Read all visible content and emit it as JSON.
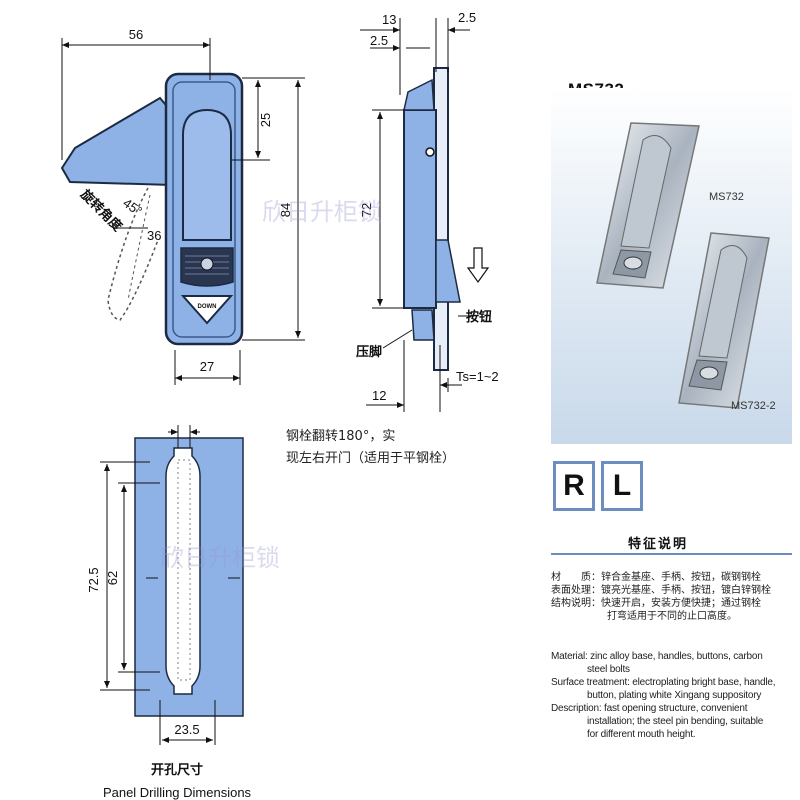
{
  "dimensions": {
    "front_width": "56",
    "front_top_offset": "25",
    "front_height": "84",
    "front_angle": "45°",
    "front_swing": "36",
    "front_body_width": "27",
    "rotation_label": "旋转角度",
    "button_text": "DOWN",
    "side_total": "13",
    "side_offset_left": "2.5",
    "side_offset_right": "2.5",
    "side_height": "72",
    "side_bottom": "12",
    "side_ts": "Ts=1~2",
    "label_button": "按钮",
    "label_press": "压脚",
    "cut_height_outer": "72.5",
    "cut_height_inner": "62",
    "cut_width": "23.5",
    "panel_cn": "开孔尺寸",
    "panel_en": "Panel Drilling Dimensions"
  },
  "note": {
    "line1": "钢栓翻转180°，实",
    "line2": "现左右开门（适用于平钢栓）"
  },
  "product": {
    "model": "MS732",
    "photo_label_1": "MS732",
    "photo_label_2": "MS732-2",
    "option_r": "R",
    "option_l": "L"
  },
  "features": {
    "title": "特征说明",
    "cn": [
      {
        "label": "材　　质：",
        "text": "锌合金基座、手柄、按钮，碳钢钢栓"
      },
      {
        "label": "表面处理：",
        "text": "镀亮光基座、手柄、按钮，镀白锌钢栓"
      },
      {
        "label": "结构说明：",
        "text": "快速开启，安装方便快捷；通过钢栓"
      },
      {
        "label": "",
        "text": "打弯适用于不同的止口高度。"
      }
    ],
    "en": [
      {
        "label": "Material:",
        "text": "zinc alloy base, handles, buttons, carbon"
      },
      {
        "label": "",
        "text": "steel bolts"
      },
      {
        "label": "Surface treatment:",
        "text": "electroplating bright base, handle,"
      },
      {
        "label": "",
        "text": "button, plating white Xingang suppository"
      },
      {
        "label": "Description:",
        "text": "fast opening structure, convenient"
      },
      {
        "label": "",
        "text": "installation; the steel pin bending, suitable"
      },
      {
        "label": "",
        "text": "for different mouth height."
      }
    ]
  },
  "watermark": "欣日升柜锁",
  "colors": {
    "body_blue": "#8fb2e6",
    "outline": "#1c2a44",
    "accent": "#6d8cbf"
  }
}
